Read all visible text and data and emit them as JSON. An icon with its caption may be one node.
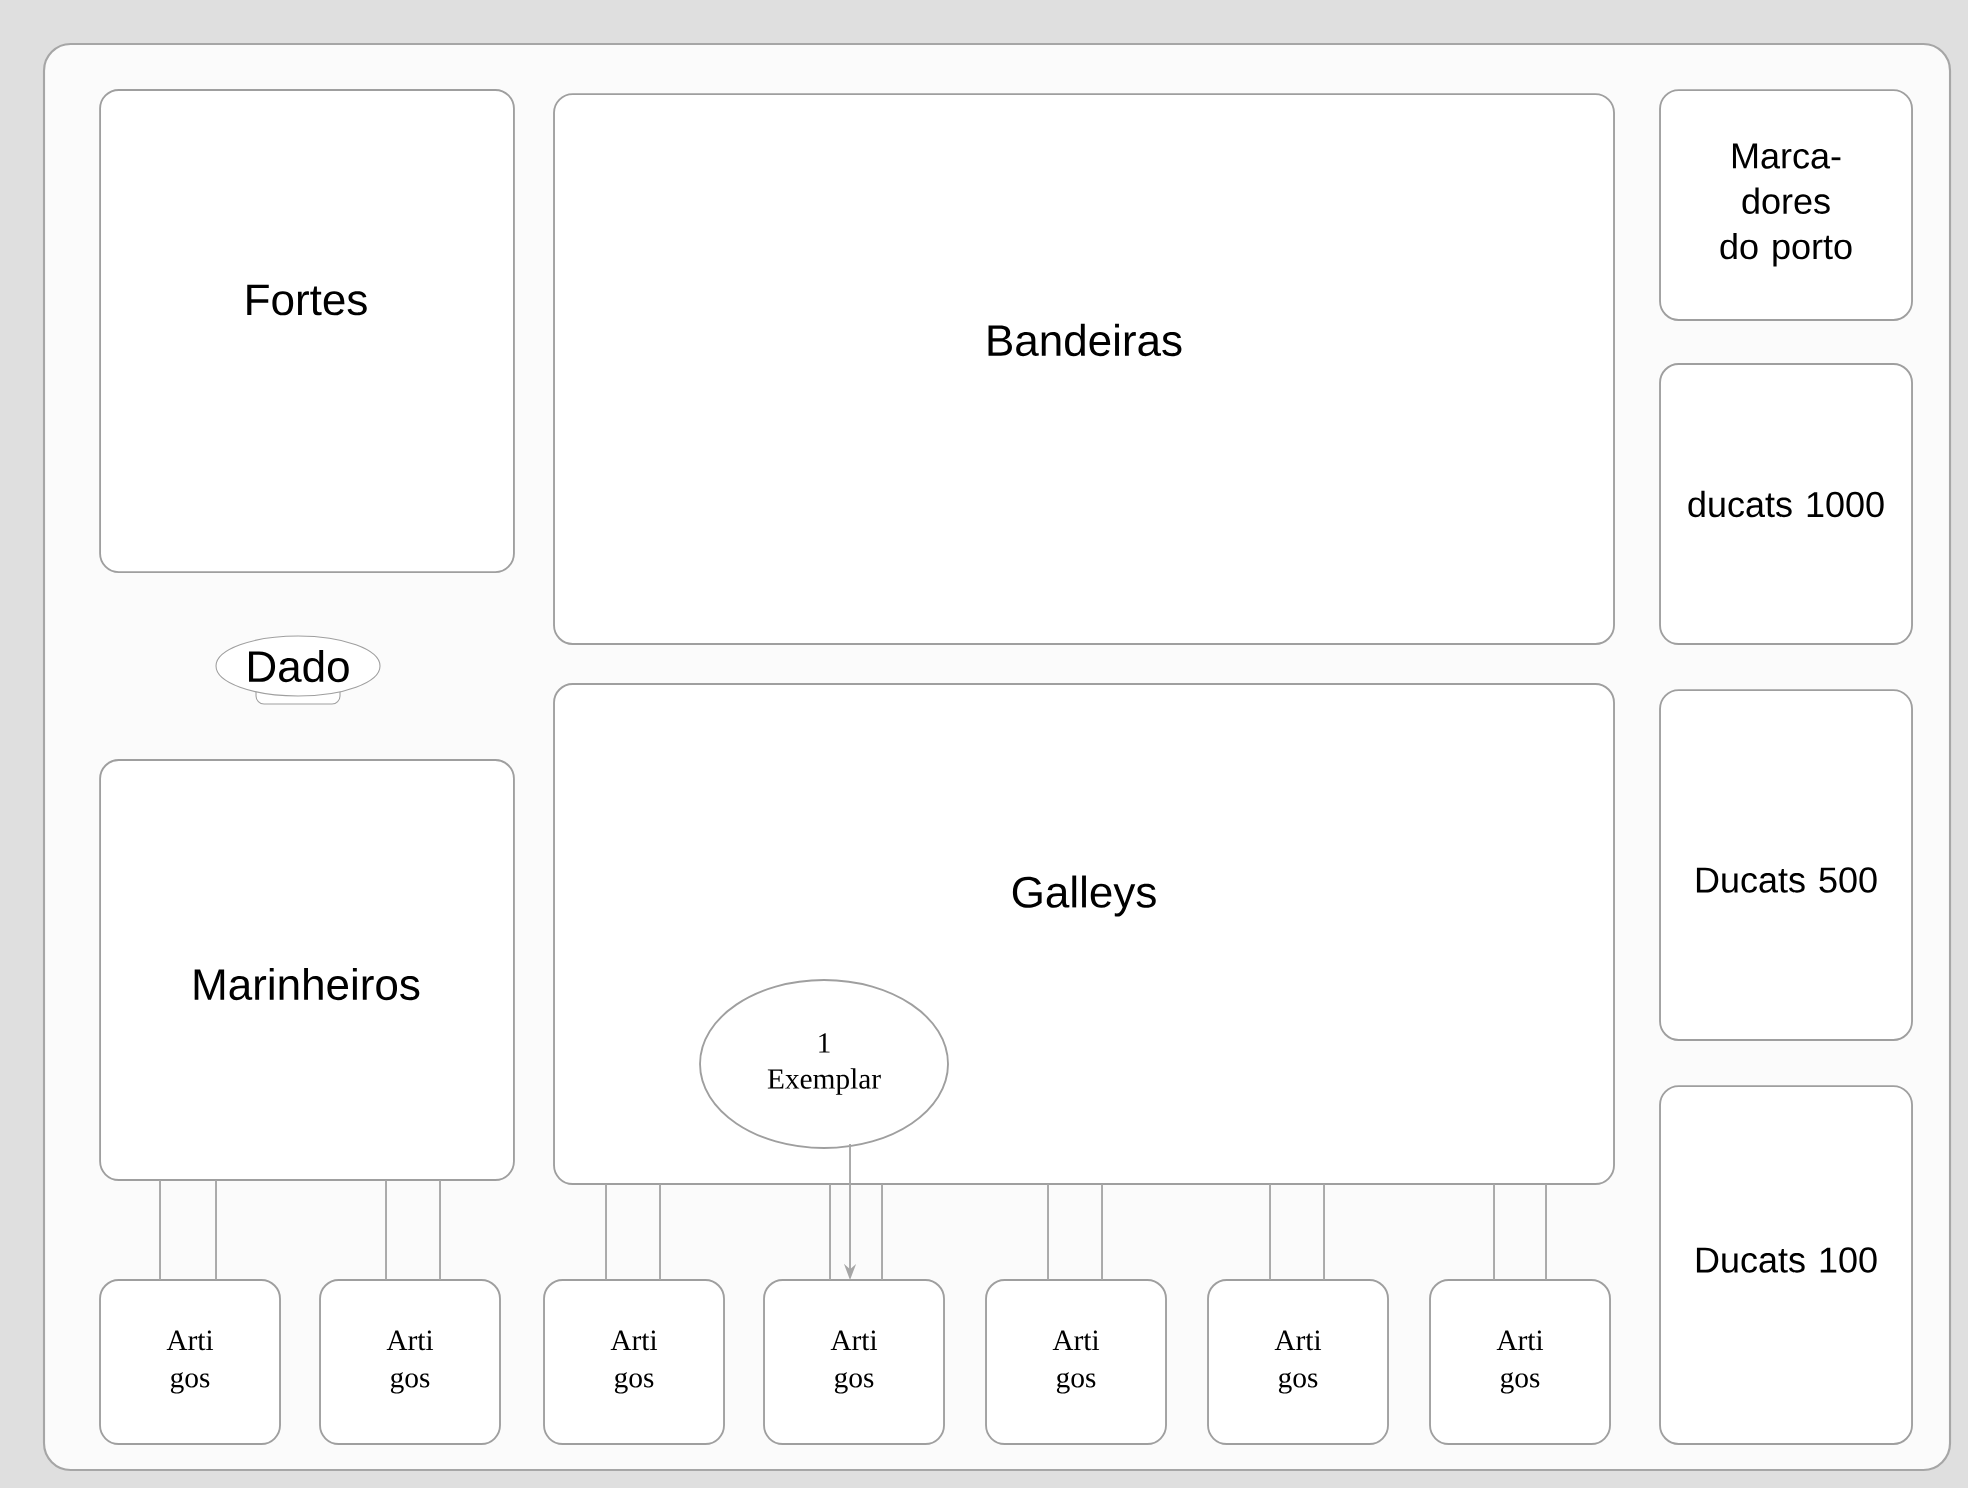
{
  "diagram": {
    "nodes": [
      {
        "text": [
          "Fortes"
        ]
      },
      {
        "text": [
          "Bandeiras"
        ]
      },
      {
        "text": [
          "Marca- dores do porto"
        ]
      },
      {
        "text": [
          "ducats 1000"
        ]
      },
      {
        "text": [
          "Dado"
        ]
      },
      {
        "text": [
          "Galleys"
        ]
      },
      {
        "text": [
          "1 Exemplar"
        ],
        "in": 5
      },
      {
        "text": [
          "Ducats 500"
        ]
      },
      {
        "text": [
          "Marinheiros"
        ]
      },
      {
        "text": [
          "Ducats 100"
        ]
      },
      {
        "text": [
          "Arti gos"
        ]
      },
      {
        "text": [
          "Arti gos"
        ]
      },
      {
        "text": [
          "Arti gos"
        ]
      },
      {
        "text": [
          "Arti gos"
        ]
      },
      {
        "text": [
          "Arti gos"
        ]
      },
      {
        "text": [
          "Arti gos"
        ]
      },
      {
        "text": [
          "Arti gos"
        ]
      }
    ],
    "edges": [
      {
        "from": 8,
        "to": 10,
        "arrow": "none"
      },
      {
        "from": 8,
        "to": 11,
        "arrow": "none"
      },
      {
        "from": 5,
        "to": 12,
        "arrow": "none"
      },
      {
        "from": 5,
        "to": 13,
        "arrow": "none"
      },
      {
        "from": 5,
        "to": 14,
        "arrow": "none"
      },
      {
        "from": 5,
        "to": 15,
        "arrow": "none"
      },
      {
        "from": 5,
        "to": 16,
        "arrow": "none"
      },
      {
        "from": 6,
        "to": 13,
        "arrow": "to"
      }
    ]
  }
}
